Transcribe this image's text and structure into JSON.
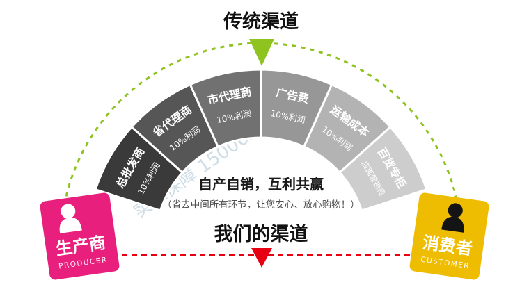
{
  "traditional": {
    "title": "传统渠道"
  },
  "our": {
    "slogan": "自产自销，互利共赢",
    "note": "（省去中间所有环节，让您安心、放心购物！）",
    "title": "我们的渠道"
  },
  "arch": {
    "segments": [
      {
        "name": "总批发商",
        "sub": "10%利润",
        "color": "#3a3a3a"
      },
      {
        "name": "省代理商",
        "sub": "10%利润",
        "color": "#565656"
      },
      {
        "name": "市代理商",
        "sub": "10%利润",
        "color": "#717171"
      },
      {
        "name": "广告费",
        "sub": "10%利润",
        "color": "#979797"
      },
      {
        "name": "运输成本",
        "sub": "10%利润",
        "color": "#b3b3b3"
      },
      {
        "name": "百货专柜",
        "sub": "店面营销费",
        "color": "#cdcdcd"
      }
    ]
  },
  "producer": {
    "name": "生产商",
    "en": "PRODUCER",
    "color": "#e81f7c"
  },
  "customer": {
    "name": "消费者",
    "en": "CUSTOMER",
    "color": "#eebc00"
  },
  "colors": {
    "green": "#8fc31f",
    "red": "#e60012"
  },
  "watermark": "实工保障 15006217693"
}
